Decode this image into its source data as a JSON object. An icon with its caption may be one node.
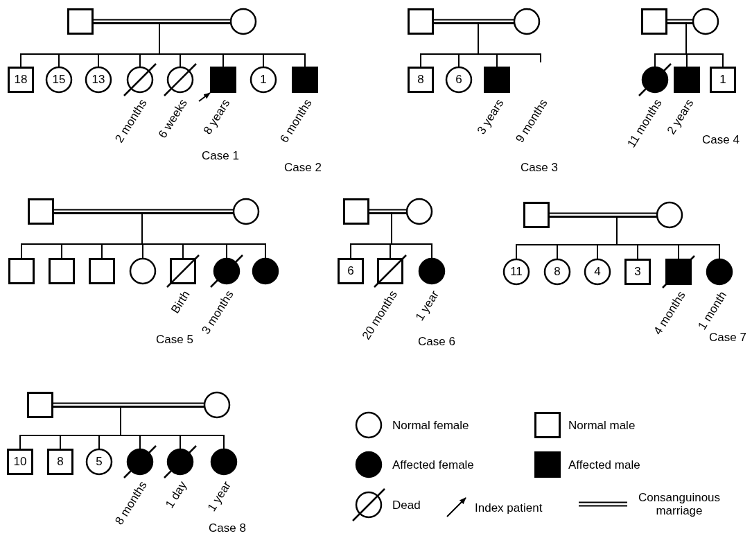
{
  "diagram": {
    "nodes": [
      {
        "text": [],
        "shape": "square"
      },
      {
        "text": [],
        "shape": "circle"
      },
      {
        "text": [
          "18"
        ]
      },
      {
        "text": [
          "15"
        ]
      },
      {
        "text": [
          "13"
        ]
      },
      {
        "text": [],
        "shape": "struck-circle",
        "beside": [
          "2 months"
        ]
      },
      {
        "text": [],
        "shape": "struck-circle",
        "beside": [
          "6 weeks"
        ]
      },
      {
        "text": [],
        "shape": "filled-square",
        "beside": [
          "8 years"
        ]
      },
      {
        "text": [
          "1"
        ]
      },
      {
        "text": [],
        "shape": "filled-square",
        "beside": [
          "6 months"
        ]
      },
      {
        "text": [],
        "shape": "square"
      },
      {
        "text": [],
        "shape": "circle"
      },
      {
        "text": [
          "8"
        ]
      },
      {
        "text": [
          "6"
        ]
      },
      {
        "text": [],
        "shape": "filled-square",
        "beside": [
          "3 years"
        ]
      },
      {
        "text": [],
        "shape": "square"
      },
      {
        "text": [],
        "shape": "circle"
      },
      {
        "text": [],
        "shape": "filled-struck-circle",
        "beside": [
          "11 months"
        ]
      },
      {
        "text": [],
        "shape": "filled-square",
        "beside": [
          "2 years"
        ]
      },
      {
        "text": [
          "1"
        ]
      },
      {
        "text": [],
        "shape": "square"
      },
      {
        "text": [],
        "shape": "circle"
      },
      {
        "text": [],
        "shape": "square"
      },
      {
        "text": [],
        "shape": "square"
      },
      {
        "text": [],
        "shape": "square"
      },
      {
        "text": [],
        "shape": "circle"
      },
      {
        "text": [],
        "shape": "struck-square",
        "beside": [
          "Birth"
        ]
      },
      {
        "text": [],
        "shape": "filled-struck-circle",
        "beside": [
          "3 months"
        ]
      },
      {
        "text": [],
        "shape": "filled-circle"
      },
      {
        "text": [],
        "shape": "square"
      },
      {
        "text": [],
        "shape": "circle"
      },
      {
        "text": [
          "6"
        ]
      },
      {
        "text": [],
        "shape": "struck-square",
        "beside": [
          "20 months"
        ]
      },
      {
        "text": [],
        "shape": "filled-circle",
        "beside": [
          "1 year"
        ]
      },
      {
        "text": [],
        "shape": "square"
      },
      {
        "text": [],
        "shape": "circle"
      },
      {
        "text": [
          "11"
        ]
      },
      {
        "text": [
          "8"
        ]
      },
      {
        "text": [
          "4"
        ]
      },
      {
        "text": [
          "3"
        ]
      },
      {
        "text": [],
        "shape": "filled-struck-square",
        "beside": [
          "4 months"
        ]
      },
      {
        "text": [],
        "shape": "filled-circle",
        "beside": [
          "1 month"
        ]
      },
      {
        "text": [],
        "shape": "square"
      },
      {
        "text": [],
        "shape": "circle"
      },
      {
        "text": [
          "10"
        ]
      },
      {
        "text": [
          "8"
        ]
      },
      {
        "text": [
          "5"
        ]
      },
      {
        "text": [],
        "shape": "filled-struck-circle",
        "beside": [
          "8 months"
        ]
      },
      {
        "text": [],
        "shape": "filled-struck-circle",
        "beside": [
          "1 day"
        ]
      },
      {
        "text": [],
        "shape": "filled-circle",
        "beside": [
          "1 year"
        ]
      }
    ],
    "edges": [
      {
        "from": 0,
        "to": 1,
        "arrow": "none"
      },
      {
        "from": 0,
        "to": 2,
        "arrow": "none"
      },
      {
        "from": 1,
        "to": 2,
        "arrow": "none"
      },
      {
        "from": 0,
        "to": 3,
        "arrow": "none"
      },
      {
        "from": 1,
        "to": 3,
        "arrow": "none"
      },
      {
        "from": 0,
        "to": 4,
        "arrow": "none"
      },
      {
        "from": 1,
        "to": 4,
        "arrow": "none"
      },
      {
        "from": 0,
        "to": 5,
        "arrow": "none"
      },
      {
        "from": 1,
        "to": 5,
        "arrow": "none"
      },
      {
        "from": 0,
        "to": 6,
        "arrow": "none"
      },
      {
        "from": 1,
        "to": 6,
        "arrow": "none"
      },
      {
        "from": 0,
        "to": 7,
        "arrow": "none"
      },
      {
        "from": 1,
        "to": 7,
        "arrow": "none"
      },
      {
        "from": 0,
        "to": 8,
        "arrow": "none"
      },
      {
        "from": 1,
        "to": 8,
        "arrow": "none"
      },
      {
        "from": 0,
        "to": 9,
        "arrow": "none"
      },
      {
        "from": 1,
        "to": 9,
        "arrow": "none"
      },
      {
        "from": 10,
        "to": 11,
        "arrow": "none"
      },
      {
        "from": 10,
        "to": 12,
        "arrow": "none"
      },
      {
        "from": 11,
        "to": 12,
        "arrow": "none"
      },
      {
        "from": 10,
        "to": 13,
        "arrow": "none"
      },
      {
        "from": 11,
        "to": 13,
        "arrow": "none"
      },
      {
        "from": 10,
        "to": 14,
        "arrow": "none"
      },
      {
        "from": 11,
        "to": 14,
        "arrow": "none"
      },
      {
        "from": 10,
        "to": null,
        "arrow": "none"
      },
      {
        "from": 11,
        "to": null,
        "arrow": "none"
      },
      {
        "from": 15,
        "to": 16,
        "arrow": "none"
      },
      {
        "from": 15,
        "to": 17,
        "arrow": "none"
      },
      {
        "from": 16,
        "to": 17,
        "arrow": "none"
      },
      {
        "from": 15,
        "to": 18,
        "arrow": "none"
      },
      {
        "from": 16,
        "to": 18,
        "arrow": "none"
      },
      {
        "from": 15,
        "to": 19,
        "arrow": "none"
      },
      {
        "from": 16,
        "to": 19,
        "arrow": "none"
      },
      {
        "from": 20,
        "to": 21,
        "arrow": "none"
      },
      {
        "from": 20,
        "to": 22,
        "arrow": "none"
      },
      {
        "from": 21,
        "to": 22,
        "arrow": "none"
      },
      {
        "from": 20,
        "to": 23,
        "arrow": "none"
      },
      {
        "from": 21,
        "to": 23,
        "arrow": "none"
      },
      {
        "from": 20,
        "to": 24,
        "arrow": "none"
      },
      {
        "from": 21,
        "to": 24,
        "arrow": "none"
      },
      {
        "from": 20,
        "to": 25,
        "arrow": "none"
      },
      {
        "from": 21,
        "to": 25,
        "arrow": "none"
      },
      {
        "from": 20,
        "to": 26,
        "arrow": "none"
      },
      {
        "from": 21,
        "to": 26,
        "arrow": "none"
      },
      {
        "from": 20,
        "to": 27,
        "arrow": "none"
      },
      {
        "from": 21,
        "to": 27,
        "arrow": "none"
      },
      {
        "from": 20,
        "to": 28,
        "arrow": "none"
      },
      {
        "from": 21,
        "to": 28,
        "arrow": "none"
      },
      {
        "from": 29,
        "to": 30,
        "arrow": "none"
      },
      {
        "from": 29,
        "to": 31,
        "arrow": "none"
      },
      {
        "from": 30,
        "to": 31,
        "arrow": "none"
      },
      {
        "from": 29,
        "to": 32,
        "arrow": "none"
      },
      {
        "from": 30,
        "to": 32,
        "arrow": "none"
      },
      {
        "from": 29,
        "to": 33,
        "arrow": "none"
      },
      {
        "from": 30,
        "to": 33,
        "arrow": "none"
      },
      {
        "from": 34,
        "to": 35,
        "arrow": "none"
      },
      {
        "from": 34,
        "to": 36,
        "arrow": "none"
      },
      {
        "from": 35,
        "to": 36,
        "arrow": "none"
      },
      {
        "from": 34,
        "to": 37,
        "arrow": "none"
      },
      {
        "from": 35,
        "to": 37,
        "arrow": "none"
      },
      {
        "from": 34,
        "to": 38,
        "arrow": "none"
      },
      {
        "from": 35,
        "to": 38,
        "arrow": "none"
      },
      {
        "from": 34,
        "to": 39,
        "arrow": "none"
      },
      {
        "from": 35,
        "to": 39,
        "arrow": "none"
      },
      {
        "from": 34,
        "to": 40,
        "arrow": "none"
      },
      {
        "from": 35,
        "to": 40,
        "arrow": "none"
      },
      {
        "from": 34,
        "to": 41,
        "arrow": "none"
      },
      {
        "from": 35,
        "to": 41,
        "arrow": "none"
      },
      {
        "from": 42,
        "to": 43,
        "arrow": "none"
      },
      {
        "from": 42,
        "to": 44,
        "arrow": "none"
      },
      {
        "from": 43,
        "to": 44,
        "arrow": "none"
      },
      {
        "from": 42,
        "to": 45,
        "arrow": "none"
      },
      {
        "from": 43,
        "to": 45,
        "arrow": "none"
      },
      {
        "from": 42,
        "to": 46,
        "arrow": "none"
      },
      {
        "from": 43,
        "to": 46,
        "arrow": "none"
      },
      {
        "from": 42,
        "to": 47,
        "arrow": "none"
      },
      {
        "from": 43,
        "to": 47,
        "arrow": "none"
      },
      {
        "from": 42,
        "to": 48,
        "arrow": "none"
      },
      {
        "from": 43,
        "to": 48,
        "arrow": "none"
      },
      {
        "from": 42,
        "to": 49,
        "arrow": "none"
      },
      {
        "from": 43,
        "to": 49,
        "arrow": "none"
      },
      {
        "from": null,
        "to": 7,
        "arrow": "to"
      }
    ],
    "labels": [
      "Case 1",
      "Case 2",
      "Case 3",
      "9 months",
      "Case 4",
      "Case 5",
      "Case 6",
      "Case 7",
      "Case 8"
    ],
    "legend": [
      {
        "text": "Normal female"
      },
      {
        "text": "Normal male"
      },
      {
        "text": "Affected female"
      },
      {
        "text": "Affected male"
      },
      {
        "text": "Dead"
      },
      {
        "text": "Index patient"
      },
      {
        "text": "Consanguinous marriage"
      }
    ]
  }
}
